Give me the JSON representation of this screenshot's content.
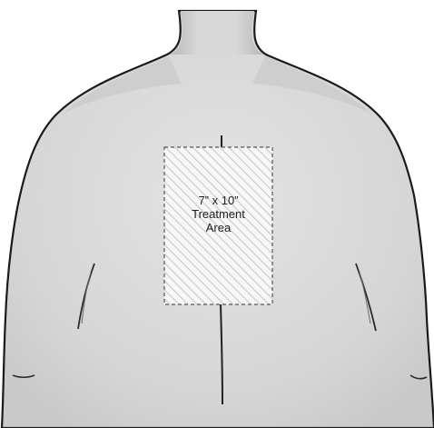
{
  "diagram": {
    "treatment_area": {
      "label_lines": [
        "7” x 10”",
        "Treatment",
        "Area"
      ]
    }
  }
}
